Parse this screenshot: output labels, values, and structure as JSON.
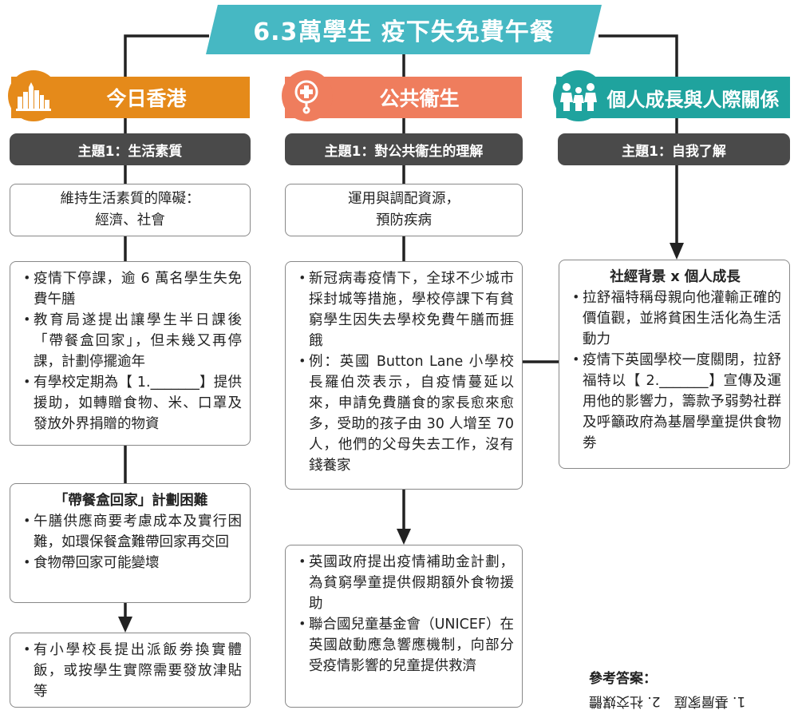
{
  "title": "6.3萬學生 疫下失免費午餐",
  "colors": {
    "title_bg": "#46b8c3",
    "hk": "#e58a1a",
    "health": "#ef7d5d",
    "personal": "#1fa39e",
    "topic_bg": "#4a4a4a",
    "line": "#222222"
  },
  "columns": [
    {
      "header": "今日香港",
      "icon": "city-skyline-icon",
      "topic": "主題1：生活素質",
      "subtitle_lines": [
        "維持生活素質的障礙：",
        "經濟、社會"
      ],
      "box1": [
        "疫情下停課，逾 6 萬名學生失免費午膳",
        "教育局遂提出讓學生半日課後「帶餐盒回家」，但未幾又再停課，計劃停擺逾年",
        "有學校定期為【 1._______】提供援助，如轉贈食物、米、口罩及發放外界捐贈的物資"
      ],
      "box2_title": "「帶餐盒回家」計劃困難",
      "box2": [
        "午膳供應商要考慮成本及實行困難，如環保餐盒難帶回家再交回",
        "食物帶回家可能變壞"
      ],
      "box3": [
        "有小學校長提出派飯劵換實體飯，或按學生實際需要發放津貼等"
      ]
    },
    {
      "header": "公共衞生",
      "icon": "stethoscope-icon",
      "topic": "主題1：對公共衞生的理解",
      "subtitle_lines": [
        "運用與調配資源，",
        "預防疾病"
      ],
      "box1": [
        "新冠病毒疫情下，全球不少城市採封城等措施，學校停課下有貧窮學生因失去學校免費午膳而捱餓",
        "例：英國 Button Lane 小學校長羅伯茨表示，自疫情蔓延以來，申請免費膳食的家長愈來愈多，受助的孩子由 30 人增至 70 人，他們的父母失去工作，沒有錢養家"
      ],
      "box2": [
        "英國政府提出疫情補助金計劃，為貧窮學童提供假期額外食物援助",
        "聯合國兒童基金會（UNICEF）在英國啟動應急響應機制，向部分受疫情影響的兒童提供救濟"
      ]
    },
    {
      "header": "個人成長與人際關係",
      "icon": "people-icon",
      "topic": "主題1：自我了解",
      "box1_title": "社經背景 x 個人成長",
      "box1": [
        "拉舒福特稱母親向他灌輸正確的價值觀，並將貧困生活化為生活動力",
        "疫情下英國學校一度關閉，拉舒福特以【 2._______】宣傳及運用他的影響力，籌款予弱勢社群及呼籲政府為基層學童提供食物劵"
      ]
    }
  ],
  "answers": {
    "heading": "參考答案：",
    "text": "1. 基層家庭　2. 社交媒體"
  }
}
